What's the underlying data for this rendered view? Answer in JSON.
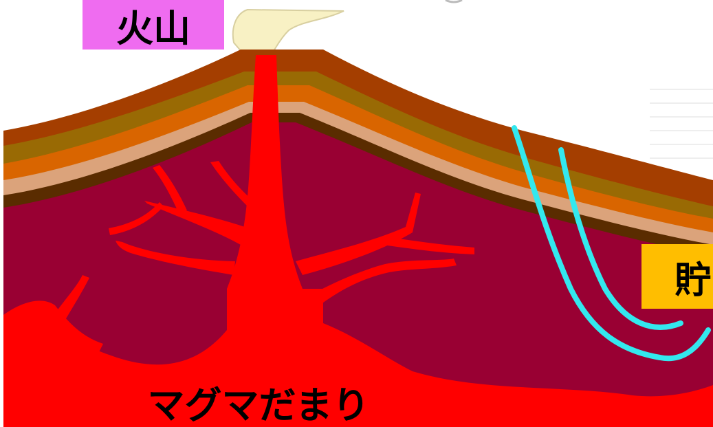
{
  "labels": {
    "volcano": "火山",
    "reservoir": "貯",
    "magma_chamber": "マグマだまり"
  },
  "colors": {
    "background": "#ffffff",
    "volcano_label_bg": "#ef6cf0",
    "reservoir_label_bg": "#ffbe00",
    "magma_label_bg": "#ff0000",
    "plume": "#f8f1c4",
    "strata_top": "#a43e00",
    "strata_olive": "#996a04",
    "strata_orange": "#d96500",
    "strata_tan": "#dba37b",
    "strata_dark": "#5a2c00",
    "crust": "#990033",
    "magma": "#ff0000",
    "well": "#33e8ee"
  },
  "icons": [
    "volcano-plume-icon",
    "magma-conduit-icon",
    "geothermal-well-icon"
  ]
}
